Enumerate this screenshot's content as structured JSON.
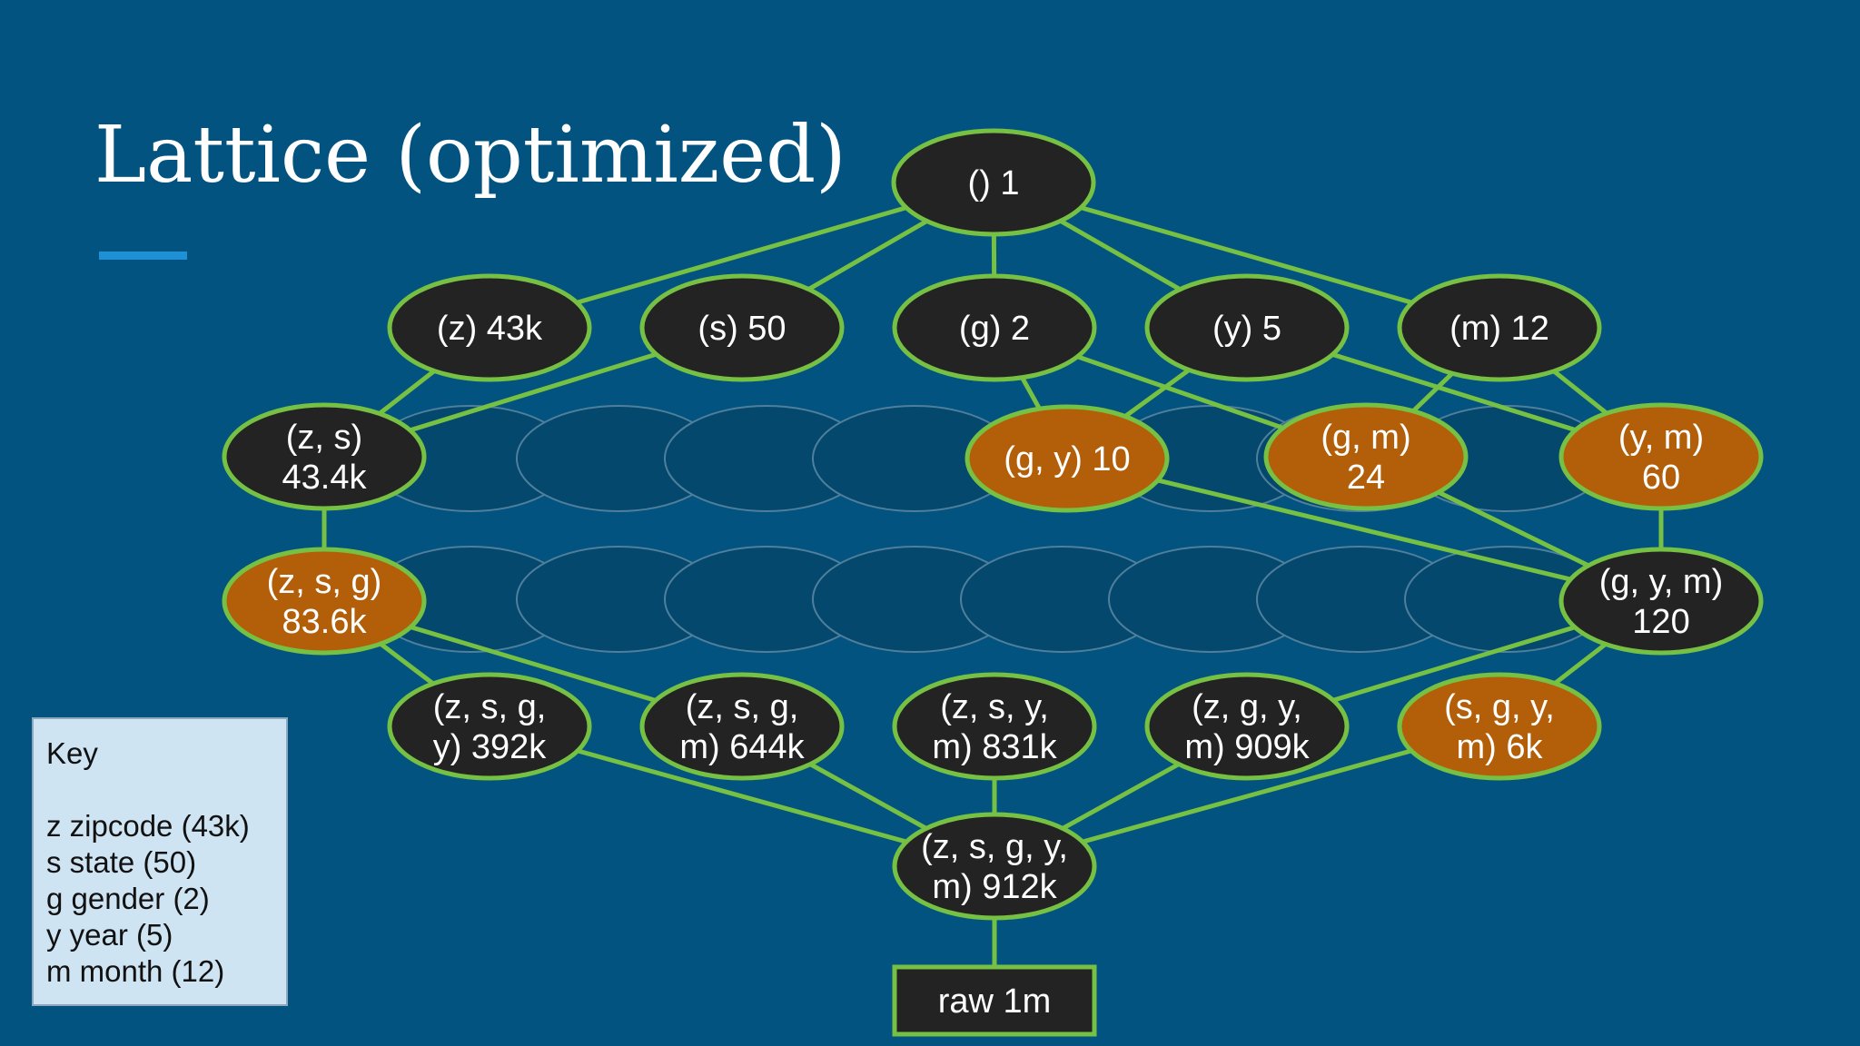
{
  "title": "Lattice (optimized)",
  "key": {
    "title": "Key",
    "items": [
      "z zipcode (43k)",
      "s state (50)",
      "g gender (2)",
      "y year (5)",
      "m month (12)"
    ]
  },
  "colors": {
    "background": "#02537f",
    "accent_bar": "#1e90d6",
    "edge": "#76c043",
    "node_black": "#232323",
    "node_orange": "#b35e08",
    "key_background": "#cfe4f3"
  },
  "nodes": [
    {
      "id": "empty",
      "lines": [
        "() 1"
      ],
      "color": "black"
    },
    {
      "id": "z",
      "lines": [
        "(z) 43k"
      ],
      "color": "black"
    },
    {
      "id": "s",
      "lines": [
        "(s) 50"
      ],
      "color": "black"
    },
    {
      "id": "g",
      "lines": [
        "(g) 2"
      ],
      "color": "black"
    },
    {
      "id": "y",
      "lines": [
        "(y) 5"
      ],
      "color": "black"
    },
    {
      "id": "m",
      "lines": [
        "(m) 12"
      ],
      "color": "black"
    },
    {
      "id": "zs",
      "lines": [
        "(z, s)",
        "43.4k"
      ],
      "color": "black"
    },
    {
      "id": "gy",
      "lines": [
        "(g, y) 10"
      ],
      "color": "orange"
    },
    {
      "id": "gm",
      "lines": [
        "(g, m)",
        "24"
      ],
      "color": "orange"
    },
    {
      "id": "ym",
      "lines": [
        "(y, m)",
        "60"
      ],
      "color": "orange"
    },
    {
      "id": "zsg",
      "lines": [
        "(z, s, g)",
        "83.6k"
      ],
      "color": "orange"
    },
    {
      "id": "gym",
      "lines": [
        "(g, y, m)",
        "120"
      ],
      "color": "black"
    },
    {
      "id": "zsgy",
      "lines": [
        "(z, s, g,",
        "y) 392k"
      ],
      "color": "black"
    },
    {
      "id": "zsgm",
      "lines": [
        "(z, s, g,",
        "m) 644k"
      ],
      "color": "black"
    },
    {
      "id": "zsym",
      "lines": [
        "(z, s, y,",
        "m) 831k"
      ],
      "color": "black"
    },
    {
      "id": "zgym",
      "lines": [
        "(z, g, y,",
        "m) 909k"
      ],
      "color": "black"
    },
    {
      "id": "sgym",
      "lines": [
        "(s, g, y,",
        "m) 6k"
      ],
      "color": "orange"
    },
    {
      "id": "zsgym",
      "lines": [
        "(z, s, g, y,",
        "m) 912k"
      ],
      "color": "black"
    }
  ],
  "raw": {
    "id": "raw",
    "label": "raw 1m"
  },
  "edges": [
    [
      "empty",
      "z"
    ],
    [
      "empty",
      "s"
    ],
    [
      "empty",
      "g"
    ],
    [
      "empty",
      "y"
    ],
    [
      "empty",
      "m"
    ],
    [
      "z",
      "zs"
    ],
    [
      "s",
      "zs"
    ],
    [
      "g",
      "gy"
    ],
    [
      "y",
      "gy"
    ],
    [
      "g",
      "gm"
    ],
    [
      "m",
      "gm"
    ],
    [
      "y",
      "ym"
    ],
    [
      "m",
      "ym"
    ],
    [
      "zs",
      "zsg"
    ],
    [
      "gy",
      "gym"
    ],
    [
      "gm",
      "gym"
    ],
    [
      "ym",
      "gym"
    ],
    [
      "zsg",
      "zsgy"
    ],
    [
      "zsg",
      "zsgm"
    ],
    [
      "gym",
      "zgym"
    ],
    [
      "gym",
      "sgym"
    ],
    [
      "zsgy",
      "zsgym"
    ],
    [
      "zsgm",
      "zsgym"
    ],
    [
      "zsym",
      "zsgym"
    ],
    [
      "zgym",
      "zsgym"
    ],
    [
      "sgym",
      "zsgym"
    ],
    [
      "zsgym",
      "raw"
    ]
  ]
}
